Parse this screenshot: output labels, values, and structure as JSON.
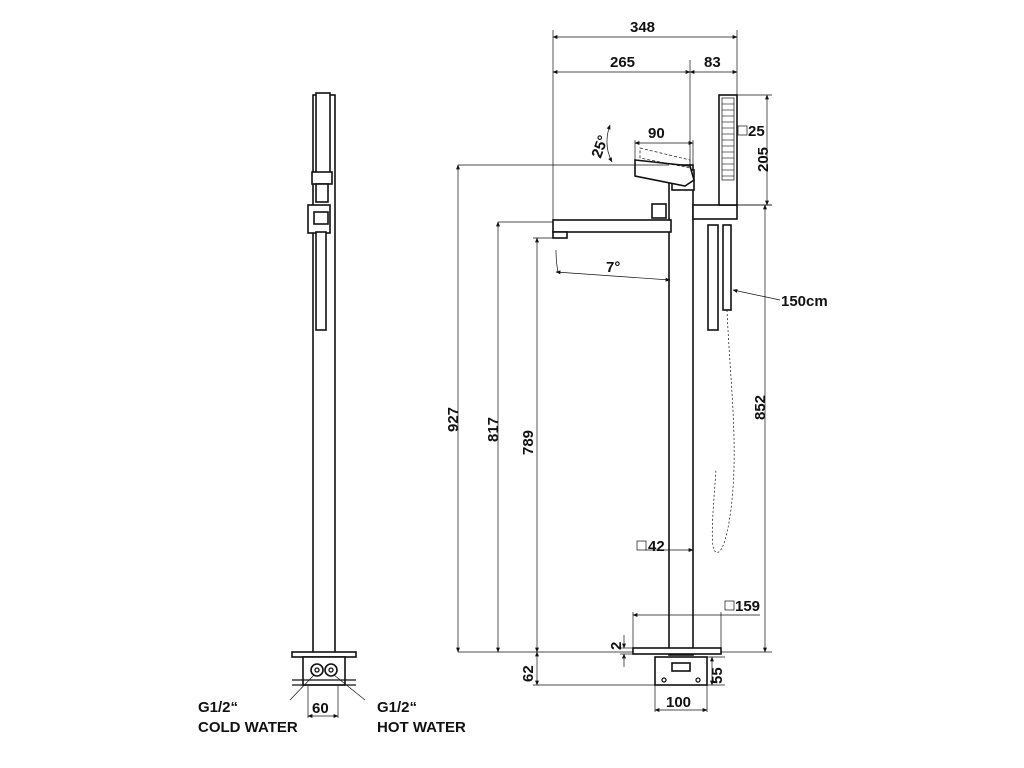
{
  "dims": {
    "total_width": "348",
    "spout_reach": "265",
    "hand_offset": "83",
    "lever_width": "90",
    "lever_angle": "25°",
    "spout_angle": "7°",
    "hand_head": "25",
    "hand_length": "205",
    "hose": "150cm",
    "height_total": "927",
    "height_spout": "817",
    "height_outlet": "789",
    "height_holder": "852",
    "column_section": "42",
    "base_plate": "159",
    "plate_thickness": "2",
    "below_floor": "62",
    "box_height": "55",
    "box_width": "100",
    "inlet_spacing": "60"
  },
  "inlets": {
    "cold_size": "G1/2“",
    "cold_label": "COLD WATER",
    "hot_size": "G1/2“",
    "hot_label": "HOT WATER"
  }
}
